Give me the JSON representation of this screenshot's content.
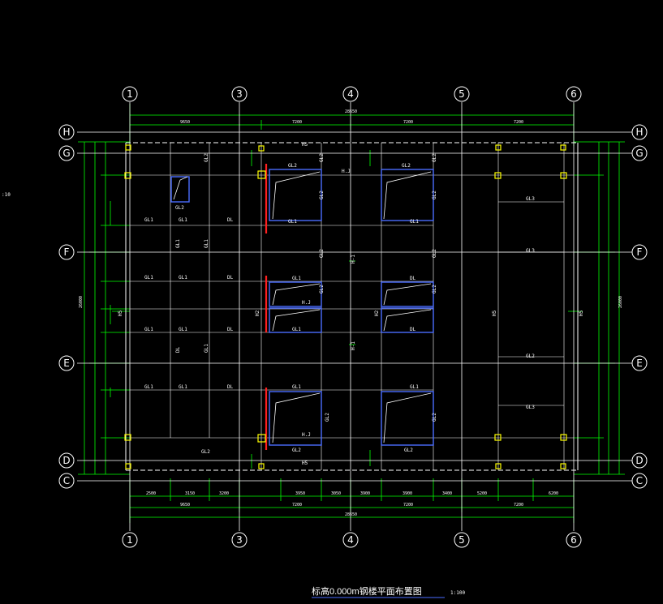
{
  "drawing": {
    "title": "标高0.000m钢楼平面布置图",
    "scale": "1:100",
    "left_note": ":10",
    "colors": {
      "background": "#000000",
      "grid": "#ffffff",
      "dimension": "#00ff00",
      "frame": "#4a6cff",
      "column": "#ffff00",
      "highlight": "#ff2020"
    }
  },
  "grid_axes": {
    "columns": [
      "1",
      "3",
      "4",
      "5",
      "6"
    ],
    "rows": [
      "H",
      "G",
      "F",
      "E",
      "D",
      "C"
    ]
  },
  "dimensions": {
    "overall_top": "28650",
    "top_segments": [
      "9650",
      "7200",
      "7200",
      "7200"
    ],
    "bottom_segments": [
      "9650",
      "7200",
      "7200",
      "7200"
    ],
    "overall_bottom": "28650",
    "bottom_fine": [
      "2500",
      "3150",
      "3200",
      "3950",
      "3050",
      "3900",
      "3900",
      "3400",
      "5200",
      "6200"
    ],
    "left_overall": "26000",
    "right_overall": "26000"
  },
  "beam_labels": {
    "gl1": "GL1",
    "gl2": "GL2",
    "gl3": "GL3",
    "h2": "H2",
    "h5": "H5",
    "hj": "H.J",
    "h": "H-1",
    "dl": "DL"
  }
}
